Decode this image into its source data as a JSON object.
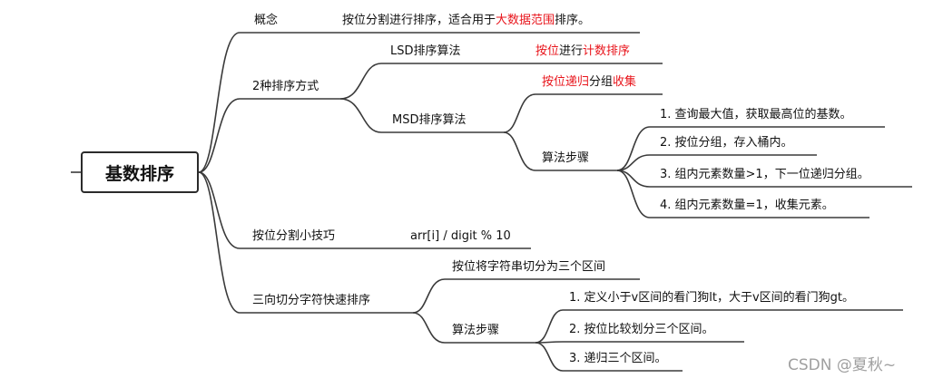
{
  "root": "基数排序",
  "branches": {
    "concept": {
      "title": "概念",
      "desc_pre": "按位分割进行排序，适合用于",
      "desc_red": "大数据范围",
      "desc_post": "排序。"
    },
    "two_ways": {
      "title": "2种排序方式",
      "lsd": {
        "title": "LSD排序算法",
        "desc_red1": "按位",
        "desc_mid": "进行",
        "desc_red2": "计数排序"
      },
      "msd": {
        "title": "MSD排序算法",
        "desc_red1": "按位递归",
        "desc_mid": "分组",
        "desc_red2": "收集",
        "steps_title": "算法步骤",
        "steps": [
          "1. 查询最大值，获取最高位的基数。",
          "2. 按位分组，存入桶内。",
          "3. 组内元素数量>1，下一位递归分组。",
          "4. 组内元素数量=1，收集元素。"
        ]
      }
    },
    "split_tip": {
      "title": "按位分割小技巧",
      "formula": "arr[i] / digit % 10"
    },
    "three_way": {
      "title": "三向切分字符快速排序",
      "desc": "按位将字符串切分为三个区间",
      "steps_title": "算法步骤",
      "steps": [
        "1. 定义小于v区间的看门狗lt，大于v区间的看门狗gt。",
        "2. 按位比较划分三个区间。",
        "3. 递归三个区间。"
      ]
    }
  },
  "watermark": "CSDN @夏秋~",
  "colors": {
    "line": "#3a3a3a",
    "highlight": "#e8141b",
    "watermark": "#a0a0a0"
  }
}
